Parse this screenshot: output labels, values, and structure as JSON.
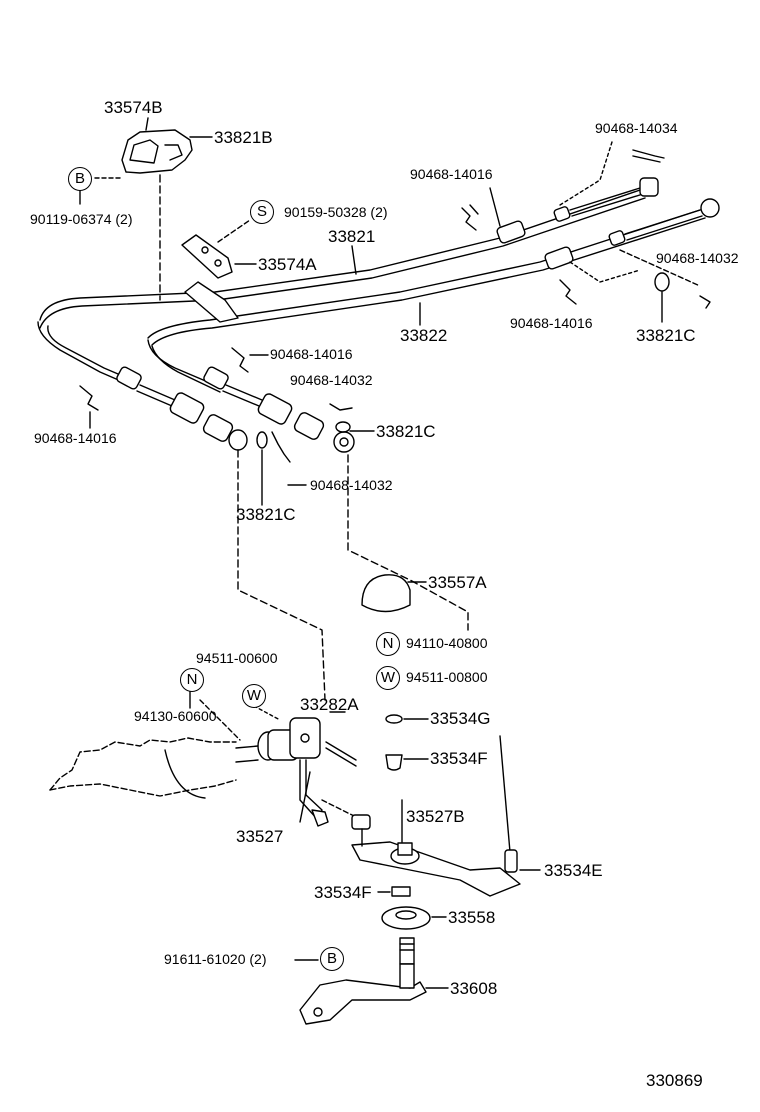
{
  "diagram_code": "330869",
  "markers": {
    "b": "B",
    "s": "S",
    "n": "N",
    "w": "W"
  },
  "parts": {
    "p33574b": "33574B",
    "p33821b": "33821B",
    "p90119": "90119-06374 (2)",
    "p90159": "90159-50328 (2)",
    "p33574a": "33574A",
    "p33821": "33821",
    "p90468_14016_top": "90468-14016",
    "p90468_14034": "90468-14034",
    "p90468_14032_right": "90468-14032",
    "p33822": "33822",
    "p90468_14016_right": "90468-14016",
    "p33821c_right": "33821C",
    "p90468_14016_mid": "90468-14016",
    "p90468_14032_mid": "90468-14032",
    "p90468_14016_left": "90468-14016",
    "p33821c_mid": "33821C",
    "p90468_14032_low": "90468-14032",
    "p33821c_low": "33821C",
    "p33557a": "33557A",
    "p94110": "94110-40800",
    "p94511_00600": "94511-00600",
    "p94511_00800": "94511-00800",
    "p94130": "94130-60600",
    "p33282a": "33282A",
    "p33534g": "33534G",
    "p33534f_top": "33534F",
    "p33527": "33527",
    "p33527b": "33527B",
    "p33534e": "33534E",
    "p33534f_low": "33534F",
    "p33558": "33558",
    "p91611": "91611-61020 (2)",
    "p33608": "33608"
  }
}
